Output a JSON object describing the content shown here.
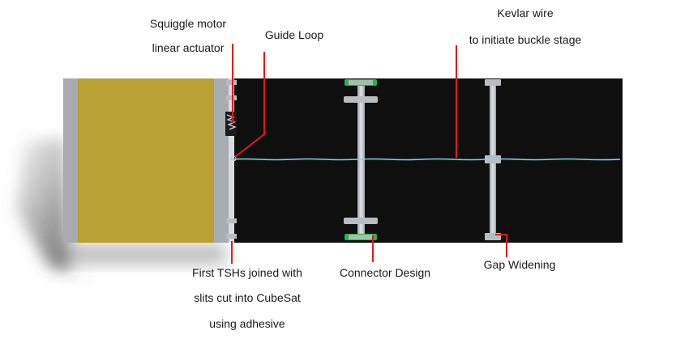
{
  "labels": {
    "squiggle_motor": "Squiggle motor",
    "linear_actuator": "linear actuator",
    "guide_loop": "Guide Loop",
    "kevlar_wire": "Kevlar wire",
    "initiate_buckle": "to initiate buckle stage",
    "first_tsh_line1": "First TSHs joined with",
    "first_tsh_line2": "slits cut into CubeSat",
    "first_tsh_line3": "using adhesive",
    "connector_design": "Connector Design",
    "gap_widening": "Gap Widening"
  },
  "colors": {
    "leader_line": "#e01a1a",
    "cubesat_panel": "#b8a033",
    "cubesat_frame": "#a7aab0",
    "tsh_strip": "#0f0f0f",
    "kevlar_wire": "#7fd3ea",
    "connector_green": "#2fb14a"
  }
}
